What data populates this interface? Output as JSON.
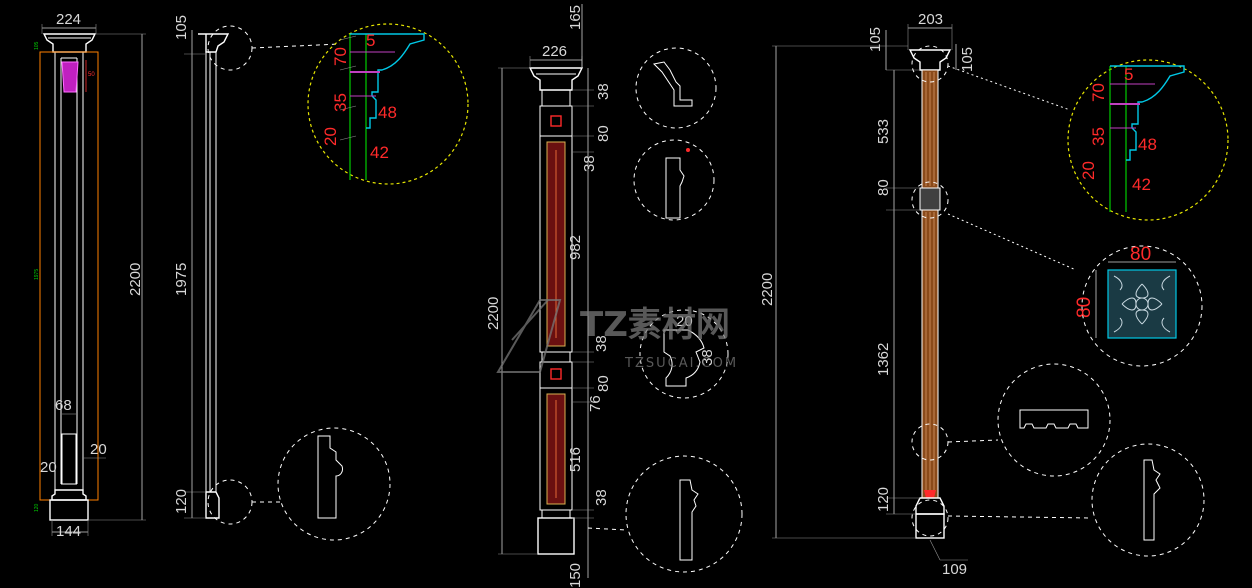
{
  "drawing": {
    "background": "#000000",
    "colors": {
      "line": "#ffffff",
      "dimension": "#d0d0d0",
      "red": "#ff2a2a",
      "yellow": "#e6e600",
      "green": "#00cc00",
      "cyan": "#00c8e6",
      "magenta": "#c040c0",
      "wood": "#c08040",
      "orange": "#ff8000"
    }
  },
  "col1": {
    "width_top": "224",
    "height": "2200",
    "base": "144",
    "label_68": "68",
    "label_20a": "20",
    "label_20b": "20"
  },
  "col2": {
    "cap": "105",
    "shaft": "1975",
    "base": "120",
    "detail": {
      "d5": "5",
      "d70": "70",
      "d35": "35",
      "d48": "48",
      "d20": "20",
      "d42": "42"
    }
  },
  "col3": {
    "width_top": "226",
    "top": "165",
    "height": "2200",
    "d38a": "38",
    "d80a": "80",
    "d38b": "38",
    "d982": "982",
    "d38c": "38",
    "d80b": "80",
    "d76": "76",
    "d516": "516",
    "d38d": "38",
    "d150": "150",
    "profile_20": "20",
    "profile_38": "38"
  },
  "col4": {
    "width_top": "203",
    "cap": "105",
    "cap_right": "105",
    "height": "2200",
    "d533": "533",
    "d80": "80",
    "d1362": "1362",
    "base": "120",
    "bottom": "109",
    "detail": {
      "d5": "5",
      "d70": "70",
      "d35": "35",
      "d48": "48",
      "d20": "20",
      "d42": "42"
    },
    "panel": {
      "w": "80",
      "h": "80"
    }
  },
  "watermark": {
    "brand": "TZ素材网",
    "url": "TZSUCAI.COM"
  }
}
